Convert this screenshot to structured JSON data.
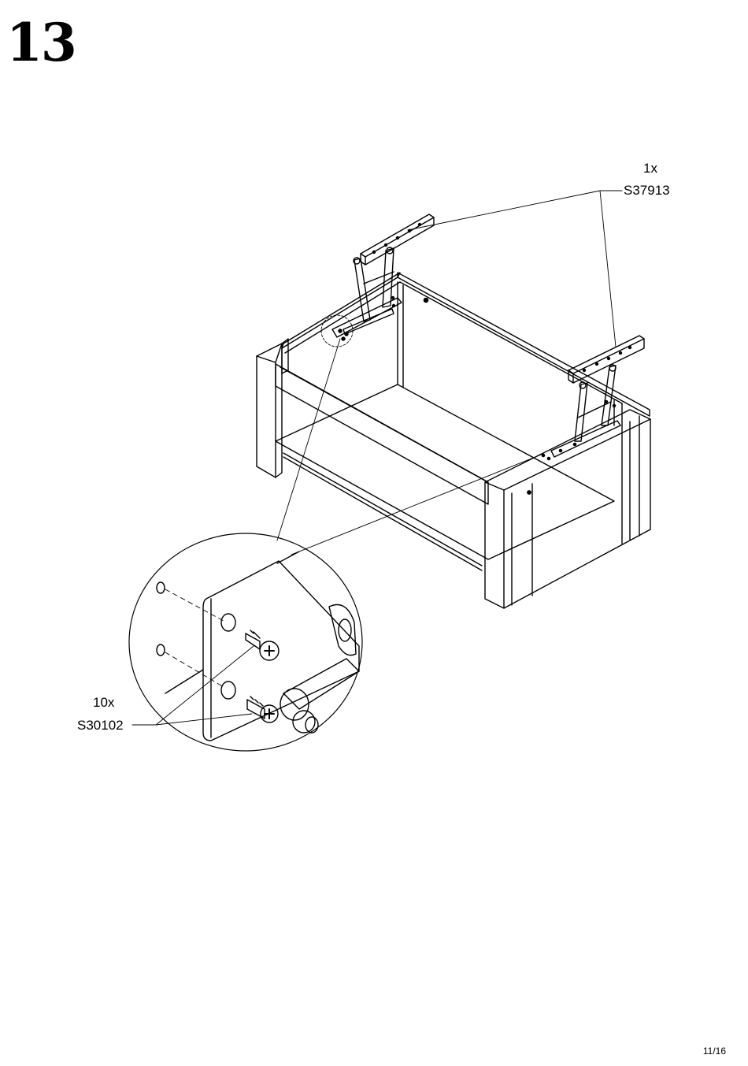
{
  "step": {
    "number": "13"
  },
  "parts": [
    {
      "quantity": "1x",
      "code": "S37913"
    },
    {
      "quantity": "10x",
      "code": "S30102"
    }
  ],
  "page": {
    "number": "11/16"
  }
}
